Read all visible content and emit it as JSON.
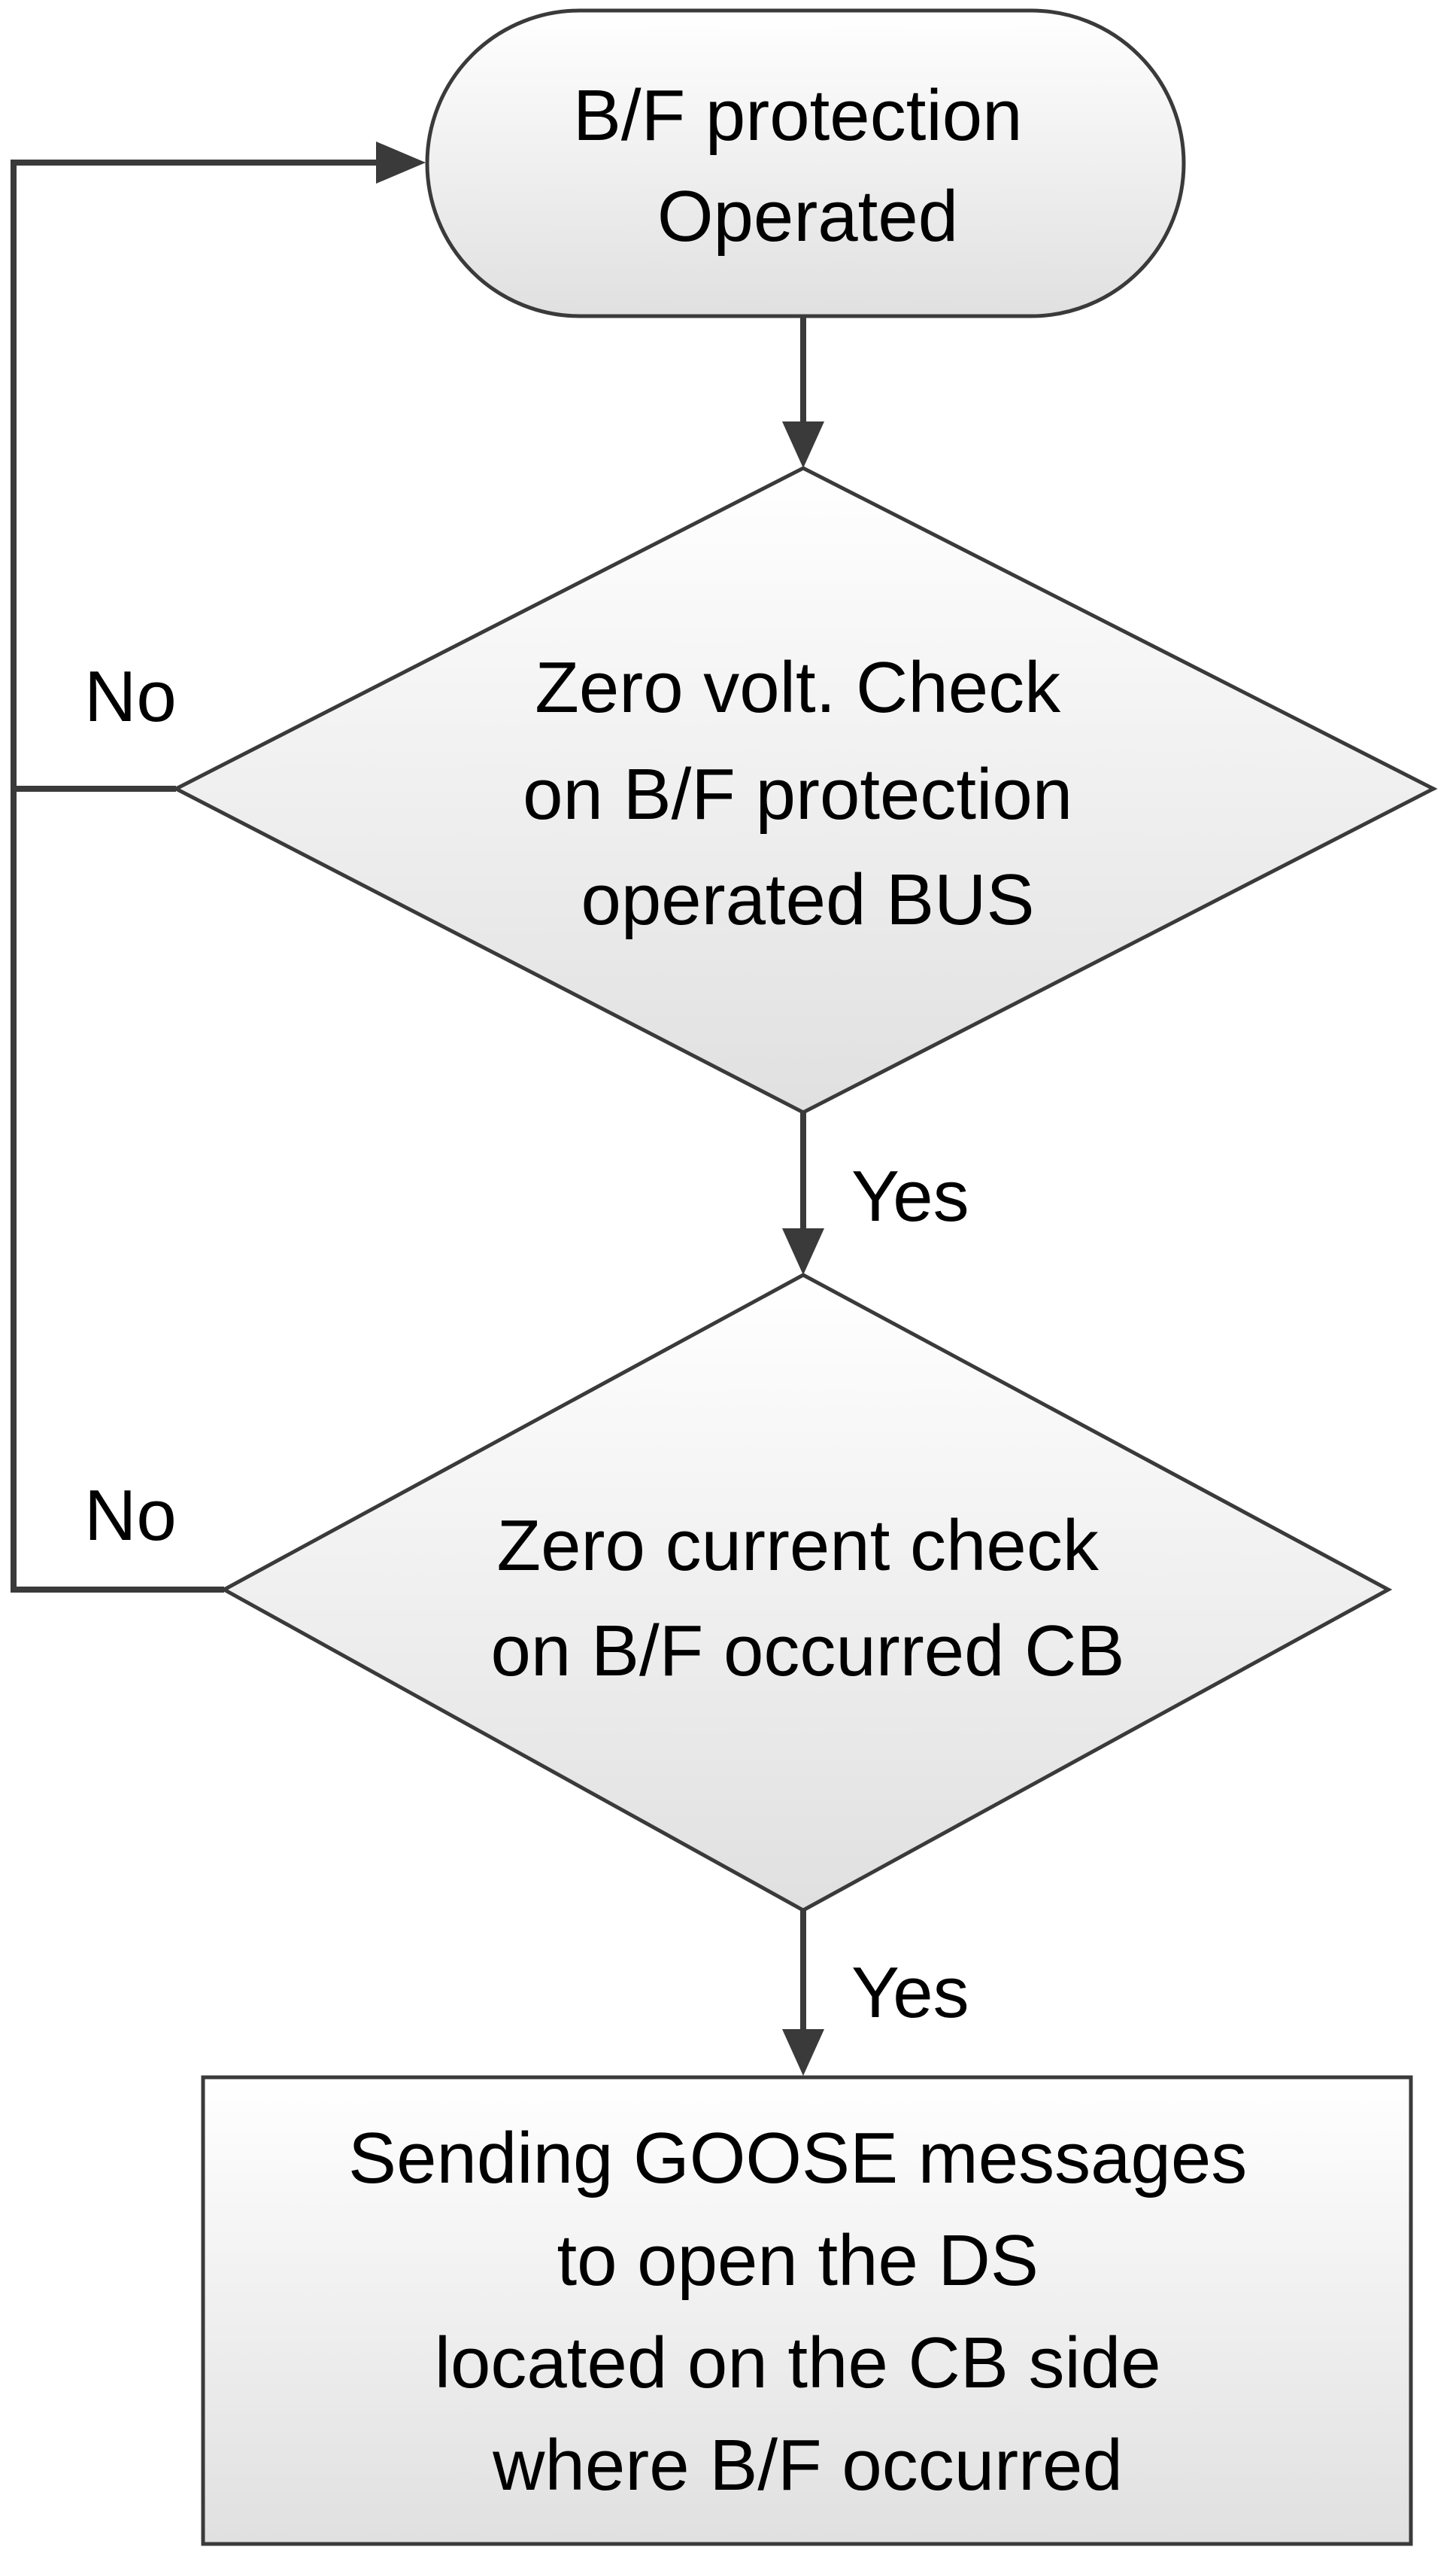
{
  "diagram": {
    "nodes": {
      "start": {
        "shape": "terminator",
        "lines": [
          "B/F protection",
          "Operated"
        ]
      },
      "decision_voltage": {
        "shape": "decision",
        "lines": [
          "Zero volt. Check",
          "on B/F protection",
          "operated BUS"
        ]
      },
      "decision_current": {
        "shape": "decision",
        "lines": [
          "Zero current check",
          "on B/F occurred CB"
        ]
      },
      "action_goose": {
        "shape": "process",
        "lines": [
          "Sending GOOSE messages",
          "to open the DS",
          "located on the CB side",
          "where B/F occurred"
        ]
      }
    },
    "edges": {
      "voltage_no": {
        "label": "No"
      },
      "voltage_yes": {
        "label": "Yes"
      },
      "current_no": {
        "label": "No"
      },
      "current_yes": {
        "label": "Yes"
      }
    },
    "colors": {
      "fill_light": "#ffffff",
      "fill_dark": "#e0e0e0",
      "stroke": "#3a3a3a",
      "text": "#000000"
    }
  }
}
